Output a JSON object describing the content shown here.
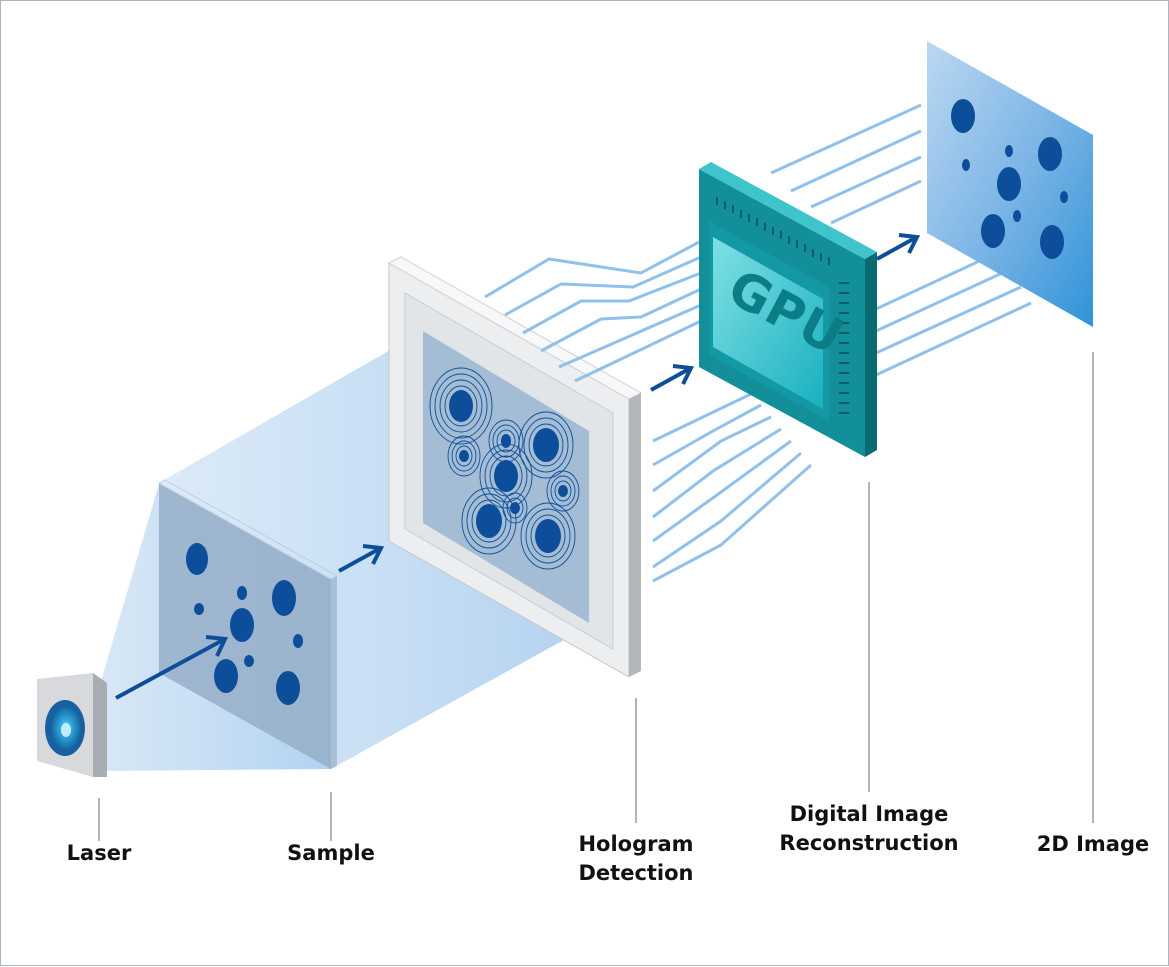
{
  "stages": {
    "laser": "Laser",
    "sample": "Sample",
    "hologram_line1": "Hologram",
    "hologram_line2": "Detection",
    "reconstruction_line1": "Digital Image",
    "reconstruction_line2": "Reconstruction",
    "image2d": "2D Image"
  },
  "gpu_label": "GPU",
  "colors": {
    "arrow": "#0d4e9a",
    "blob": "#0d4e9a",
    "beam": "#a7c9ec",
    "chip": "#1aa6b0",
    "chip_dark": "#0e6f78",
    "lines": "#8fc1ea"
  },
  "icons": [
    "laser-icon",
    "sample-slide-icon",
    "hologram-sensor-icon",
    "gpu-chip-icon",
    "image-panel-icon"
  ]
}
